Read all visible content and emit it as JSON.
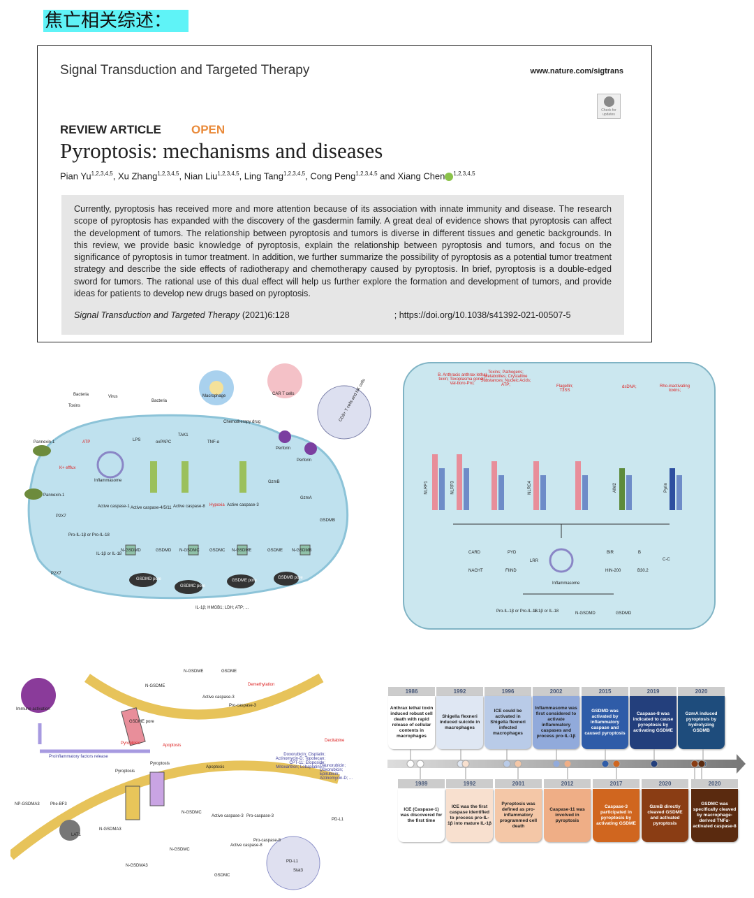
{
  "heading": "焦亡相关综述：",
  "paper": {
    "journal": "Signal Transduction and Targeted Therapy",
    "url": "www.nature.com/sigtrans",
    "check_updates": "Check for updates",
    "article_type": "REVIEW ARTICLE",
    "access": "OPEN",
    "title": "Pyroptosis: mechanisms and diseases",
    "authors": [
      {
        "name": "Pian Yu",
        "aff": "1,2,3,4,5"
      },
      {
        "name": "Xu Zhang",
        "aff": "1,2,3,4,5"
      },
      {
        "name": "Nian Liu",
        "aff": "1,2,3,4,5"
      },
      {
        "name": "Ling Tang",
        "aff": "1,2,3,4,5"
      },
      {
        "name": "Cong Peng",
        "aff": "1,2,3,4,5"
      },
      {
        "name": "Xiang Chen",
        "aff": "1,2,3,4,5"
      }
    ],
    "sep_comma": ", ",
    "sep_and": " and ",
    "abstract": "Currently, pyroptosis has received more and more attention because of its association with innate immunity and disease. The research scope of pyroptosis has expanded with the discovery of the gasdermin family. A great deal of evidence shows that pyroptosis can affect the development of tumors. The relationship between pyroptosis and tumors is diverse in different tissues and genetic backgrounds. In this review, we provide basic knowledge of pyroptosis, explain the relationship between pyroptosis and tumors, and focus on the significance of pyroptosis in tumor treatment. In addition, we further summarize the possibility of pyroptosis as a potential tumor treatment strategy and describe the side effects of radiotherapy and chemotherapy caused by pyroptosis. In brief, pyroptosis is a double-edged sword for tumors. The rational use of this dual effect will help us further explore the formation and development of tumors, and provide ideas for patients to develop new drugs based on pyroptosis.",
    "citation_journal": "Signal Transduction and Targeted Therapy",
    "citation_ref": " (2021)6:128",
    "doi": "; https://doi.org/10.1038/s41392-021-00507-5"
  },
  "fig1": {
    "labels": [
      "Bacteria",
      "Virus",
      "Toxins",
      "Bacteria",
      "Macrophage",
      "CAR T cells",
      "Chemotherapy drug",
      "CD8+ T cells and NK cells",
      "Pannexin-1",
      "ATP",
      "K+ efflux",
      "Inflammasome",
      "LPS",
      "oxPAPC",
      "TAK1",
      "TNF-α",
      "Perforin",
      "Perforin",
      "Pannexin-1",
      "P2X7",
      "Active caspase-1",
      "Active caspase-4/5/11",
      "Active caspase-8",
      "Hypoxia",
      "Active caspase-3",
      "GzmB",
      "GzmA",
      "GSDMB",
      "Pro-IL-1β or Pro-IL-18",
      "IL-1β or IL-18",
      "N-GSDMD",
      "GSDMD",
      "N-GSDMC",
      "GSDMC",
      "N-GSDME",
      "GSDME",
      "N-GSDMB",
      "P2X7",
      "GSDMD pore",
      "GSDMC pore",
      "GSDME pore",
      "GSDMB pore",
      "IL-1β; HMGB1; LDH; ATP; ..."
    ]
  },
  "fig2": {
    "top": [
      "B. Anthracis anthrax lethal toxin; Toxoplasma gondii; Val-boro-Pro;",
      "Toxins; Pathogens; Metabolites; Crystalline Substances; Nucleic Acids; ATP;",
      "Flagellin; T3SS",
      "dsDNA;",
      "Rho-inactivating toxins;"
    ],
    "legend": [
      "CARD",
      "PYD",
      "LRR",
      "BIR",
      "B",
      "C-C",
      "NACHT",
      "FIIND",
      "HIN-200",
      "B30.2"
    ],
    "bottom": [
      "Inflammasome",
      "Pro-IL-1β or Pro-IL-18",
      "IL-1β or IL-18",
      "N-GSDMD",
      "GSDMD"
    ],
    "sensors": [
      "NLRP1",
      "NLRP3",
      "NLRC4",
      "AIM2",
      "Pyrin"
    ]
  },
  "fig3": {
    "labels": [
      "Immune activation",
      "N-GSDME",
      "GSDME",
      "N-GSDME",
      "Demethylation",
      "Active caspase-3",
      "Pro-caspase-3",
      "GSDME pore",
      "Pyroptosis",
      "Apoptosis",
      "Decitabine",
      "Proinflammatory factors release",
      "Doxorubicin; Cisplatin; Actinomycin-D; Topotecan; CPT-11; Etoposide; Mitoxantron; Lobaplatin; ...",
      "Daunorubicin; Doxorubicin; Epirubicin; Actinomycin-D; ...",
      "Pyroptosis",
      "Pyroptosis",
      "Apoptosis",
      "NP-GSDMA3",
      "Phe-BF3",
      "LAT1",
      "N-GSDMA3",
      "N-GSDMA3",
      "N-GSDMC",
      "Active caspase-3",
      "Pro-caspase-3",
      "Active caspase-8",
      "Pro-caspase-8",
      "N-GSDMC",
      "GSDMC",
      "PD-L1",
      "PD-L1",
      "Stat3"
    ]
  },
  "timeline": {
    "top": [
      {
        "year": "1986",
        "text": "Anthrax lethal toxin induced robust cell death with rapid release of cellular contents in macrophages",
        "color": "#ffffff",
        "fg": "#222"
      },
      {
        "year": "1992",
        "text": "Shigella flexneri induced suicide in macrophages",
        "color": "#dfe7f3",
        "fg": "#222"
      },
      {
        "year": "1996",
        "text": "ICE could be activated in Shigella flexneri infected macrophages",
        "color": "#b9cbe8",
        "fg": "#222"
      },
      {
        "year": "2002",
        "text": "Inflammasome was first considered to activate inflammatory caspases and process pro-IL-1β",
        "color": "#91aadb",
        "fg": "#222"
      },
      {
        "year": "2015",
        "text": "GSDMD was activated by inflammatory caspase and caused pyroptosis",
        "color": "#2f5ca8",
        "fg": "#fff"
      },
      {
        "year": "2019",
        "text": "Caspase-8 was indicated to cause pyroptosis by activating GSDME",
        "color": "#233f7c",
        "fg": "#fff"
      },
      {
        "year": "2020",
        "text": "GzmA induced pyroptosis by hydrolyzing GSDMB",
        "color": "#1e4c7c",
        "fg": "#fff"
      }
    ],
    "bottom": [
      {
        "year": "1989",
        "text": "ICE (Caspase-1) was discovered for the first time",
        "color": "#ffffff",
        "fg": "#222"
      },
      {
        "year": "1992",
        "text": "ICE was the first caspase identified to process pro-IL-1β into mature IL-1β",
        "color": "#f8e0cf",
        "fg": "#222"
      },
      {
        "year": "2001",
        "text": "Pyroptosis was defined as pro-inflammatory programmed cell death",
        "color": "#f4c7a7",
        "fg": "#222"
      },
      {
        "year": "2012",
        "text": "Caspase-11 was involved in pyroptosis",
        "color": "#efae86",
        "fg": "#222"
      },
      {
        "year": "2017",
        "text": "Caspase-3 participated in pyroptosis by activating GSDME",
        "color": "#d0661f",
        "fg": "#fff"
      },
      {
        "year": "2020",
        "text": "GzmB directly cleaved GSDME and activated pyroptosis",
        "color": "#8a3d14",
        "fg": "#fff"
      },
      {
        "year": "2020",
        "text": "GSDMC was specifically cleaved by macrophage-derived TNFα-activated caspase-8",
        "color": "#5a2a0f",
        "fg": "#fff"
      }
    ]
  }
}
